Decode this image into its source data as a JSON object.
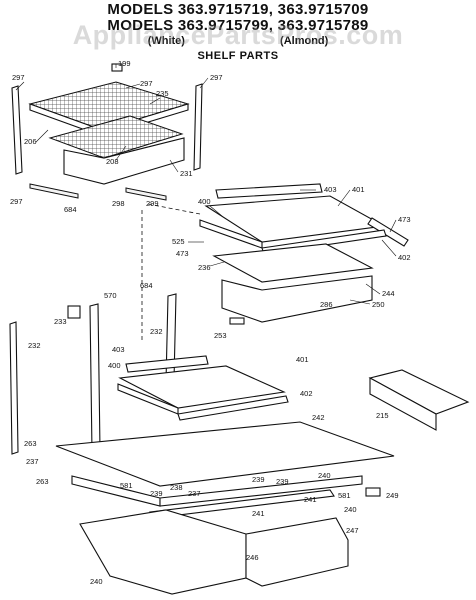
{
  "header": {
    "models_line_1": "MODELS 363.9715719, 363.9715709",
    "models_line_2": "MODELS 363.9715799, 363.9715789",
    "sub_label_left": "(White)",
    "sub_label_right": "(Almond)",
    "section_title": "SHELF PARTS"
  },
  "watermark": "AppliancePartsPros.com",
  "part_labels": {
    "p199": "199",
    "p297_tl": "297",
    "p297_tc": "297",
    "p297_tr": "297",
    "p235": "235",
    "p206": "206",
    "p208": "208",
    "p231": "231",
    "p297_bl": "297",
    "p684_l": "684",
    "p298": "298",
    "p299": "299",
    "p403_t": "403",
    "p401_t": "401",
    "p400_t": "400",
    "p473_r": "473",
    "p525": "525",
    "p473_l": "473",
    "p402_t": "402",
    "p236": "236",
    "p244": "244",
    "p286": "286",
    "p250": "250",
    "p570": "570",
    "p684_m": "684",
    "p233": "233",
    "p232_m": "232",
    "p253": "253",
    "p232_l": "232",
    "p403_b": "403",
    "p400_b": "400",
    "p401_b": "401",
    "p402_b": "402",
    "p215": "215",
    "p242": "242",
    "p263_t": "263",
    "p237": "237",
    "p263_b": "263",
    "p581_l": "581",
    "p239_l": "239",
    "p238": "238",
    "p237_b": "237",
    "p239_r": "239",
    "p239_rr": "239",
    "p240_r": "240",
    "p241_r": "241",
    "p581_r": "581",
    "p249": "249",
    "p241_b": "241",
    "p247": "247",
    "p246": "246",
    "p240_b": "240",
    "p240_r2": "240"
  }
}
